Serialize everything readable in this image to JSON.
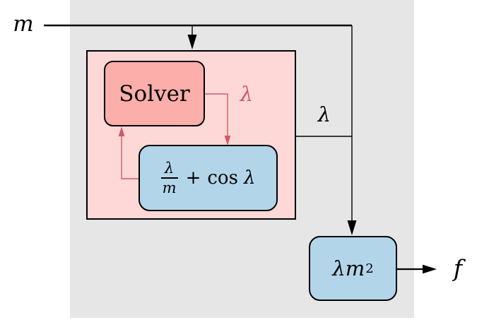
{
  "colors": {
    "page-bg": "#ffffff",
    "panel-gray": "#e6e6e6",
    "loop-pink": "#fdd8d6",
    "solver-salmon": "#fcaeab",
    "block-blue": "#b3d5ea",
    "wire-black": "#000000",
    "accent-red": "#cf5a67"
  },
  "labels": {
    "input": "m",
    "output": "f",
    "wire_signal": "λ",
    "internal_signal": "λ"
  },
  "blocks": {
    "solver": {
      "label": "Solver"
    },
    "equation": {
      "frac_numerator": "λ",
      "frac_denominator": "m",
      "operator": "+",
      "function": "cos",
      "argument": "λ"
    },
    "output_product": {
      "base": "λm",
      "exponent": "2"
    }
  }
}
